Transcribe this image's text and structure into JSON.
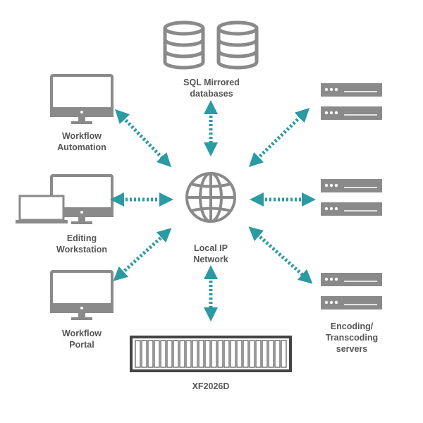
{
  "labels": {
    "databases": [
      "SQL Mirrored",
      "databases"
    ],
    "workflow_automation": [
      "Workflow",
      "Automation"
    ],
    "editing_workstation": [
      "Editing",
      "Workstation"
    ],
    "workflow_portal": [
      "Workflow",
      "Portal"
    ],
    "network": [
      "Local IP",
      "Network"
    ],
    "storage": [
      "XF2026D"
    ],
    "servers": [
      "Encoding/",
      "Transcoding",
      "servers"
    ]
  },
  "colors": {
    "icon": "#8a8a8a",
    "icon_dark": "#555555",
    "arrow": "#2a9aa3",
    "text": "#555555"
  },
  "icons": [
    "database-icon",
    "monitor-icon",
    "laptop-icon",
    "globe-icon",
    "server-icon",
    "storage-array-icon"
  ]
}
